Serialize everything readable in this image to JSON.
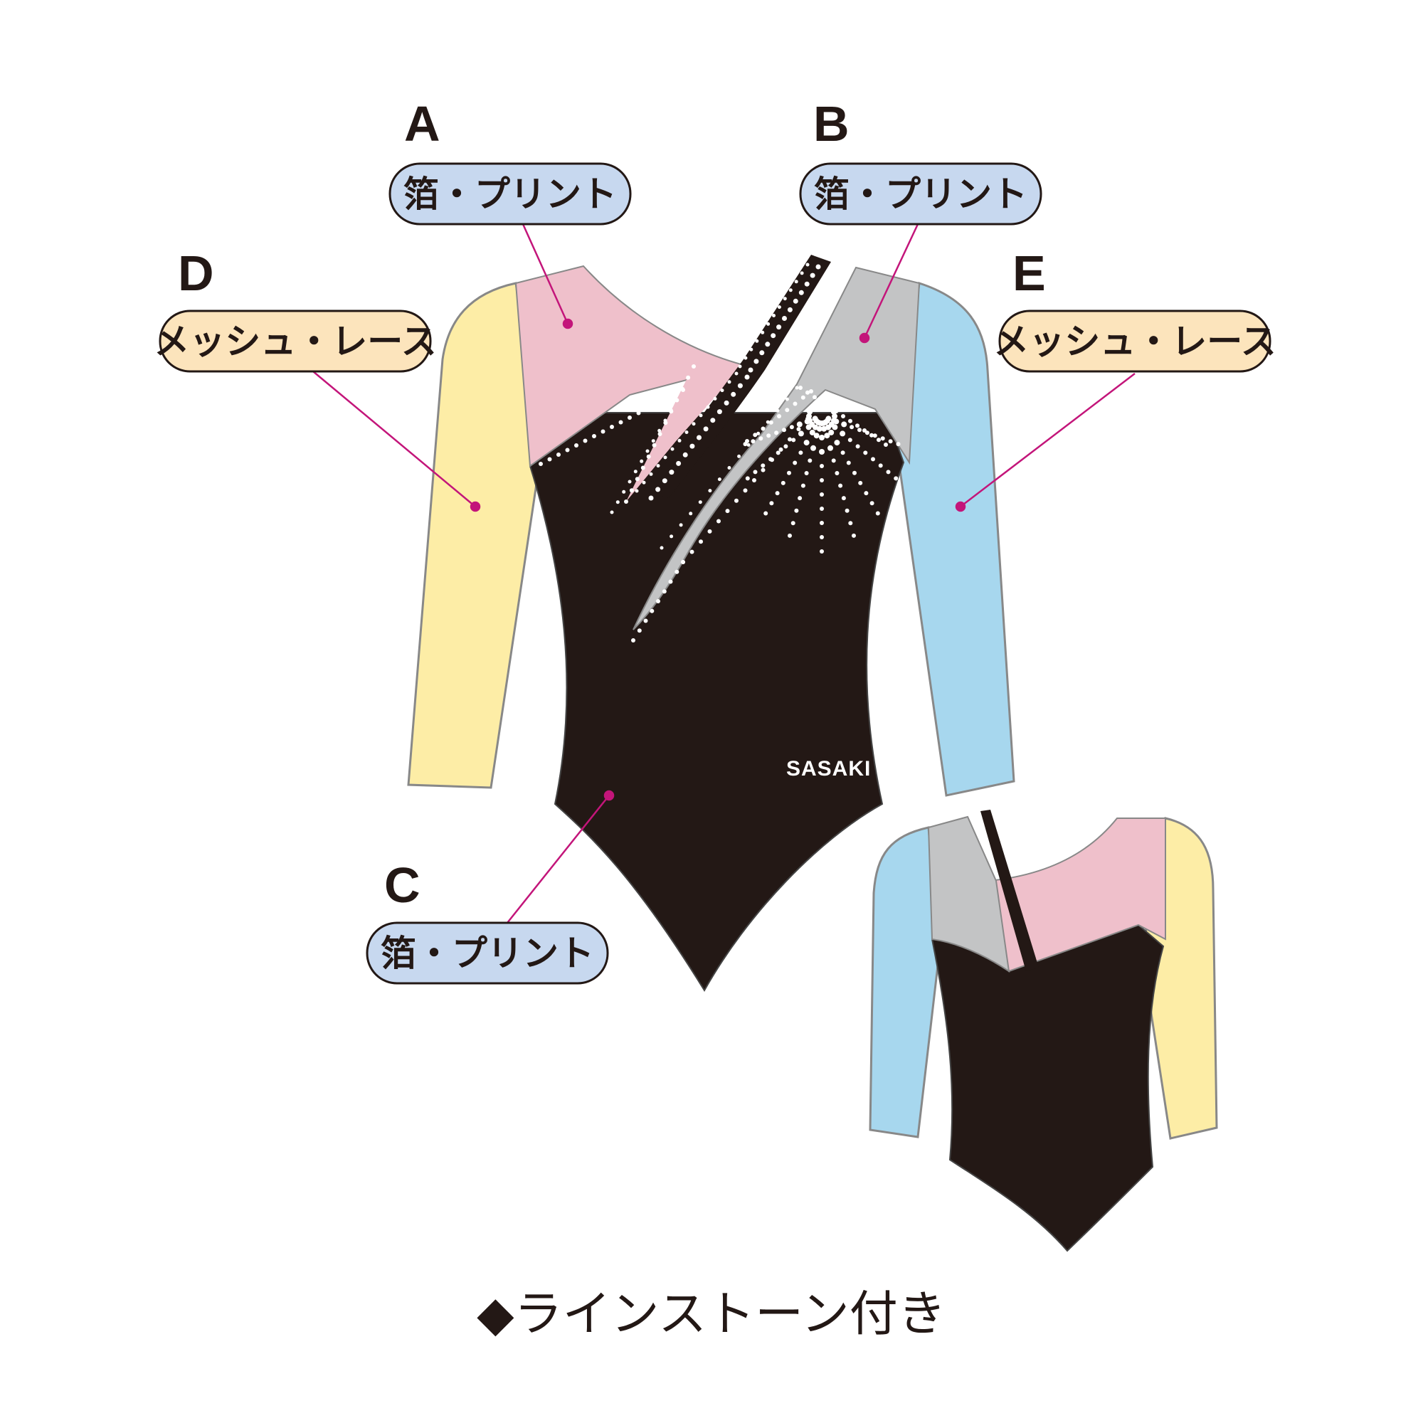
{
  "callouts": {
    "A": {
      "letter": "A",
      "label": "箔・プリント"
    },
    "B": {
      "letter": "B",
      "label": "箔・プリント"
    },
    "C": {
      "letter": "C",
      "label": "箔・プリント"
    },
    "D": {
      "letter": "D",
      "label": "メッシュ・レース"
    },
    "E": {
      "letter": "E",
      "label": "メッシュ・レース"
    }
  },
  "brand_logo": "SASAKI",
  "caption": "◆ラインストーン付き",
  "colors": {
    "pink": "#EFC0CB",
    "gray": "#C3C4C5",
    "yellow": "#FDEDA6",
    "blue": "#A7D7EE",
    "black": "#231815",
    "pill_blue": "#C7D8EF",
    "pill_orange": "#FCE4BC",
    "leader": "#C3157A"
  }
}
